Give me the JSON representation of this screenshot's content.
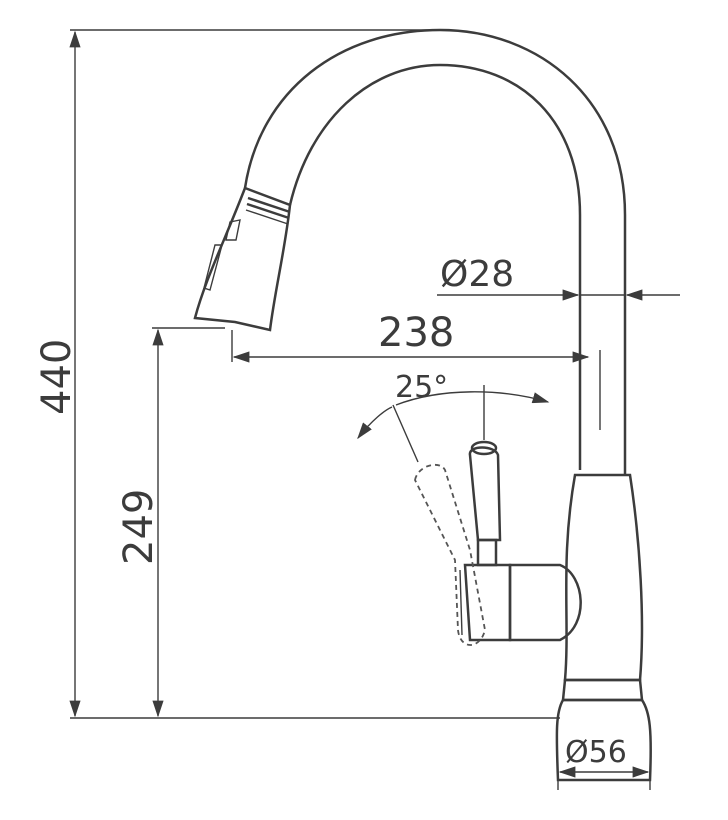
{
  "drawing": {
    "title": "Faucet dimension drawing",
    "dimensions": {
      "overall_height": "440",
      "spout_height": "249",
      "spout_reach": "238",
      "spout_diameter": "Ø28",
      "handle_angle": "25°",
      "base_diameter": "Ø56"
    },
    "line_color": "#3c3c3c"
  }
}
